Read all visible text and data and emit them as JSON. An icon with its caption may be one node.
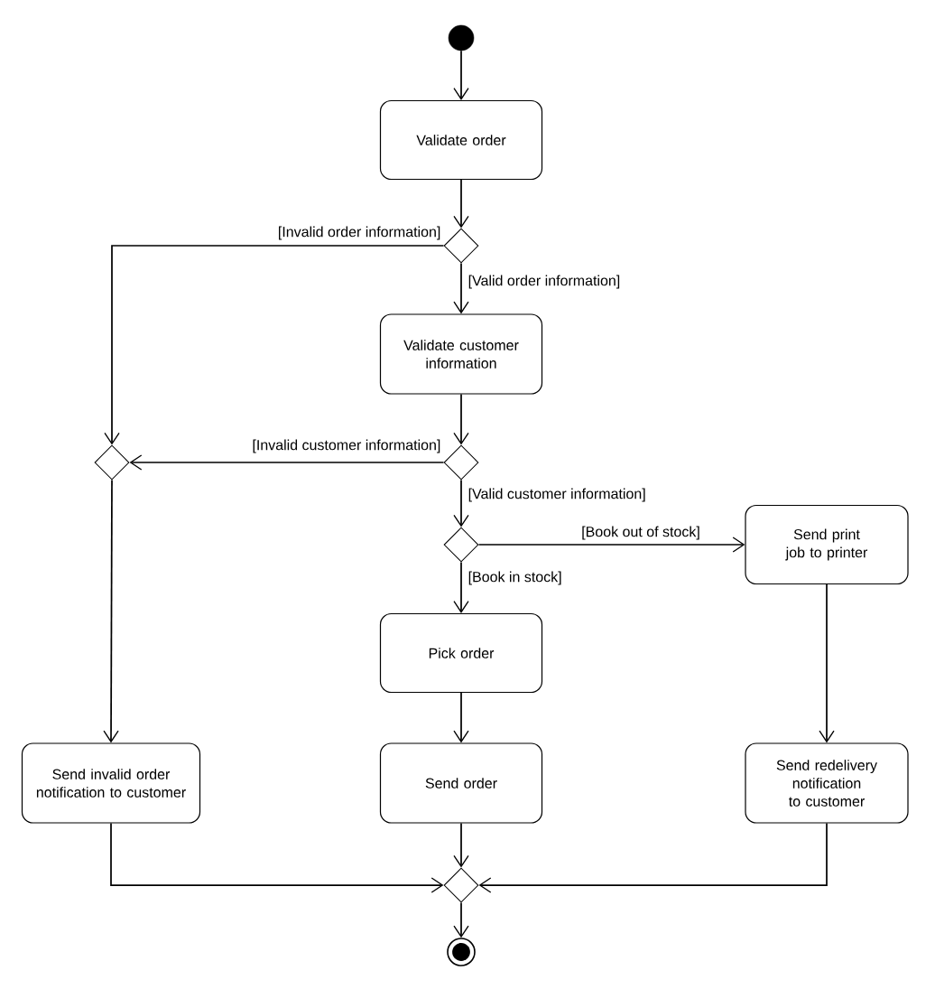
{
  "diagram": {
    "nodes": [
      {
        "text": [],
        "shape": "circle"
      },
      {
        "text": [
          "Validate order"
        ]
      },
      {
        "text": [],
        "shape": "diamond"
      },
      {
        "text": [
          "Validate customer information"
        ]
      },
      {
        "text": [],
        "shape": "diamond"
      },
      {
        "text": [],
        "shape": "diamond"
      },
      {
        "text": [],
        "shape": "diamond"
      },
      {
        "text": [
          "Send print job to printer"
        ]
      },
      {
        "text": [
          "Pick order"
        ]
      },
      {
        "text": [
          "Send invalid order notification to customer"
        ]
      },
      {
        "text": [
          "Send order"
        ]
      },
      {
        "text": [
          "Send redelivery notification to customer"
        ]
      },
      {
        "text": [],
        "shape": "diamond"
      },
      {
        "text": [],
        "shape": "bullseye"
      }
    ],
    "edges": [
      {
        "from": 0,
        "to": 1,
        "arrow": "to"
      },
      {
        "from": 1,
        "to": 2,
        "arrow": "to"
      },
      {
        "from": 2,
        "to": 5,
        "arrow": "to",
        "label": "[Invalid order information]"
      },
      {
        "from": 2,
        "to": 3,
        "arrow": "to",
        "label": "[Valid order information]"
      },
      {
        "from": 3,
        "to": 4,
        "arrow": "to"
      },
      {
        "from": 4,
        "to": 5,
        "arrow": "to",
        "label": "[Invalid customer information]"
      },
      {
        "from": 4,
        "to": 6,
        "arrow": "to",
        "label": "[Valid customer information]"
      },
      {
        "from": 6,
        "to": 7,
        "arrow": "to",
        "label": "[Book out of stock]"
      },
      {
        "from": 6,
        "to": 8,
        "arrow": "to",
        "label": "[Book in stock]"
      },
      {
        "from": 5,
        "to": 9,
        "arrow": "to"
      },
      {
        "from": 7,
        "to": 11,
        "arrow": "to"
      },
      {
        "from": 8,
        "to": 10,
        "arrow": "to"
      },
      {
        "from": 9,
        "to": 12,
        "arrow": "to"
      },
      {
        "from": 10,
        "to": 12,
        "arrow": "to"
      },
      {
        "from": 11,
        "to": 12,
        "arrow": "to"
      },
      {
        "from": 12,
        "to": 13,
        "arrow": "to"
      }
    ]
  }
}
